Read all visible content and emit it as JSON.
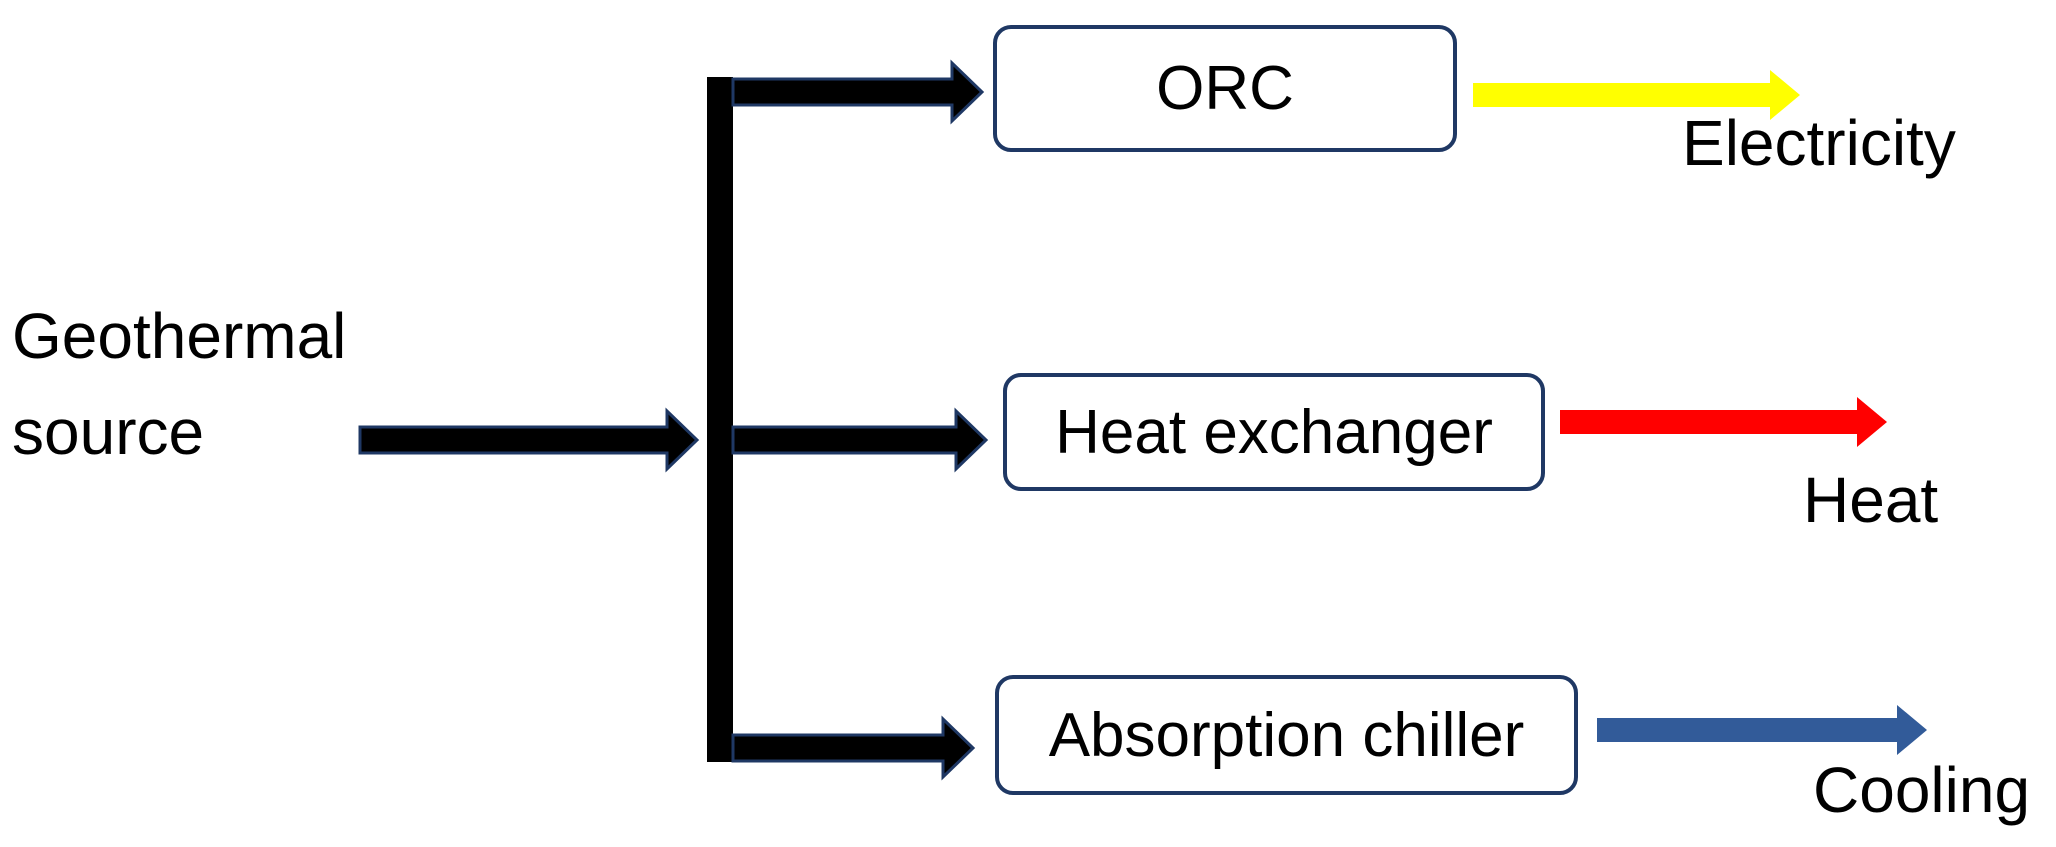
{
  "colors": {
    "background": "#FFFFFF",
    "text": "#000000",
    "black_arrow": "#000000",
    "arrow_outline": "#1F3864",
    "box_border": "#1F3864",
    "box_fill": "#FFFFFF",
    "electricity": "#FFFF00",
    "heat": "#FF0000",
    "cooling": "#325B99"
  },
  "source": {
    "label": "Geothermal source"
  },
  "nodes": [
    {
      "id": "orc",
      "label": "ORC"
    },
    {
      "id": "heat-exchanger",
      "label": "Heat exchanger"
    },
    {
      "id": "absorption-chiller",
      "label": "Absorption chiller"
    }
  ],
  "outputs": [
    {
      "id": "electricity",
      "label": "Electricity"
    },
    {
      "id": "heat",
      "label": "Heat"
    },
    {
      "id": "cooling",
      "label": "Cooling"
    }
  ]
}
